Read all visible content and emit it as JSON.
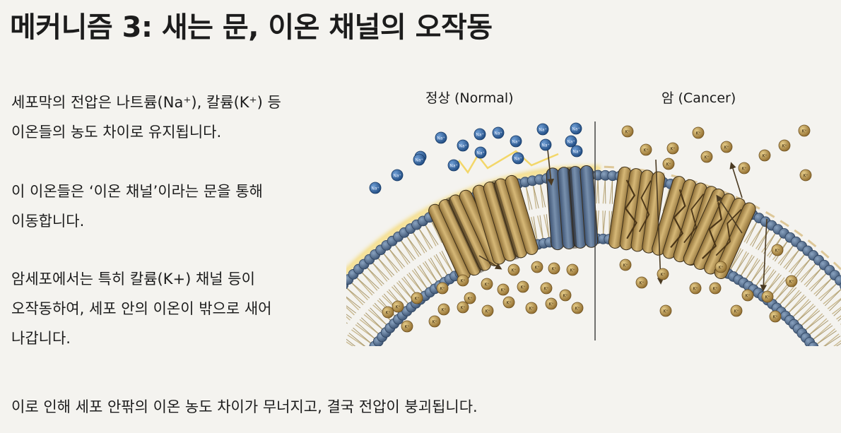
{
  "page": {
    "title": "메커니즘 3: 새는 문, 이온 채널의 오작동",
    "paragraphs": [
      [
        "세포막의 전압은 나트륨(Na⁺), 칼륨(K⁺) 등",
        "이온들의 농도 차이로 유지됩니다."
      ],
      [
        "이 이온들은 ‘이온 채널’이라는 문을 통해",
        "이동합니다."
      ],
      [
        "암세포에서는 특히 칼륨(K+) 채널 등이",
        "오작동하여, 세포 안의 이온이 밖으로 새어",
        "나갑니다."
      ]
    ],
    "footer": "이로 인해 세포 안팎의 이온 농도 차이가 무너지고, 결국 전압이 붕괴됩니다."
  },
  "diagram": {
    "normal_label": "정상 (Normal)",
    "cancer_label": "암 (Cancer)",
    "ion_na": "Na⁺",
    "ion_k": "K⁺",
    "colors": {
      "membrane_head": "#4f6887",
      "tail": "#c9b990",
      "channel_gold": "#b79553",
      "channel_blue": "#4c6685",
      "na_ion": "#2e5f9c",
      "k_ion": "#b08a3e",
      "glow": "#f5d562"
    }
  }
}
